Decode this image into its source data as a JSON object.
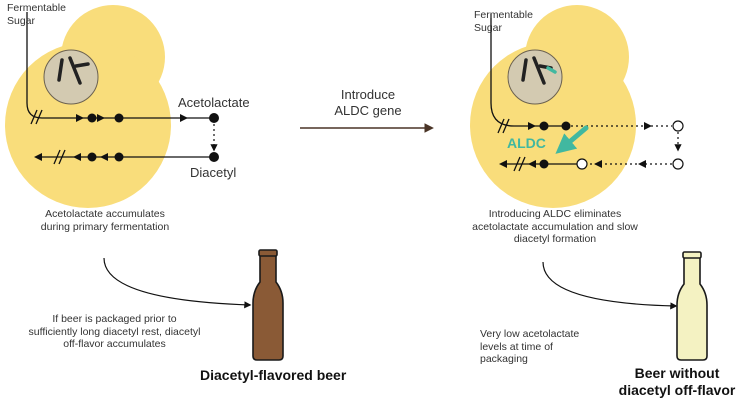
{
  "left": {
    "sugar_label": "Fermentable\nSugar",
    "acetolactate_label": "Acetolactate",
    "diacetyl_label": "Diacetyl",
    "caption": "Acetolactate accumulates\nduring primary fermentation",
    "packaging_note": "If beer is packaged prior to\nsufficiently long diacetyl rest, diacetyl\noff-flavor accumulates",
    "result": "Diacetyl-flavored beer"
  },
  "middle": {
    "arrow_label": "Introduce\nALDC gene"
  },
  "right": {
    "sugar_label": "Fermentable\nSugar",
    "enzyme_label": "ALDC",
    "caption": "Introducing ALDC eliminates\nacetolactate accumulation and slow\ndiacetyl formation",
    "packaging_note": "Very low acetolactate\nlevels at time of\npackaging",
    "result": "Beer without\ndiacetyl off-flavor"
  },
  "colors": {
    "cell": "#f9dd7b",
    "vacuole": "#d3cab1",
    "arrow_main": "#4a3426",
    "aldc": "#41b8a0",
    "beer_dark": "#8a5a36",
    "beer_light": "#f4f2c2"
  },
  "icons": [
    "yeast-cell-icon",
    "bacteria-icon",
    "beer-bottle-icon"
  ]
}
